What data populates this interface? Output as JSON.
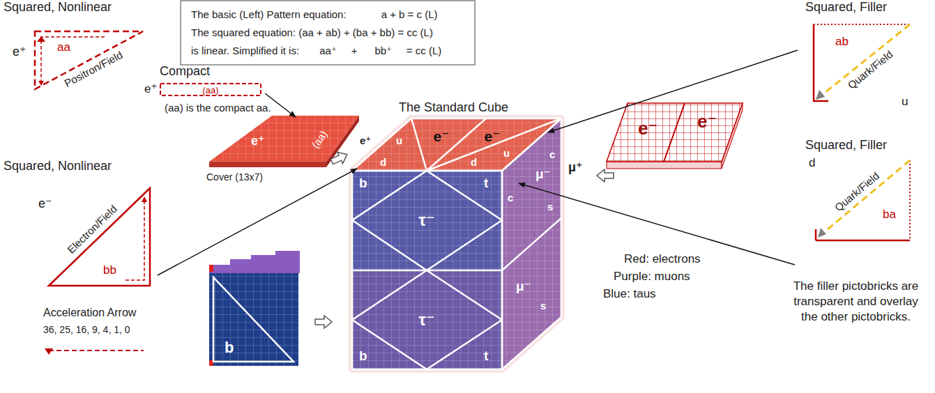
{
  "diagram": {
    "nodes": [
      {
        "text": [
          "The basic (Left) Pattern equation:            a + b = c (L)",
          "The squared equation: (aa + ab) + (ba + bb) = cc (L)",
          "is linear. Simplified it is:       aa⁺     +      bb⁺     = cc (L)"
        ]
      },
      {
        "text": [
          "Squared, Nonlinear",
          "aa",
          "Positron/Field"
        ]
      },
      {
        "text": [
          "Compact",
          "(aa)"
        ]
      },
      {
        "text": [
          "Squared, Filler",
          "ab",
          "Quark/Field"
        ]
      },
      {
        "text": [
          "Squared, Filler",
          "Quark/Field",
          "ba"
        ]
      },
      {
        "text": [
          "Squared, Nonlinear",
          "Electron/Field",
          "bb"
        ]
      }
    ],
    "labels": [
      "e⁺",
      "e⁺",
      "(aa) is the compact aa.",
      "u",
      "d",
      "The Standard Cube",
      "(aa)",
      "e⁺",
      "Cover (13x7)",
      "e⁻",
      "Acceleration Arrow",
      "36, 25, 16, 9, 4, 1, 0",
      "e⁺",
      "u",
      "e⁻",
      "e⁻",
      "u",
      "d",
      "d",
      "c",
      "c",
      "μ⁻",
      "μ⁺",
      "μ⁻",
      "s",
      "s",
      "b",
      "t",
      "τ⁻",
      "τ⁻",
      "b",
      "t",
      "e⁻",
      "e⁻",
      "b",
      "Red: electrons",
      "Purple: muons",
      "Blue: taus",
      "The filler pictobricks are transparent and overlay the other pictobricks."
    ]
  }
}
